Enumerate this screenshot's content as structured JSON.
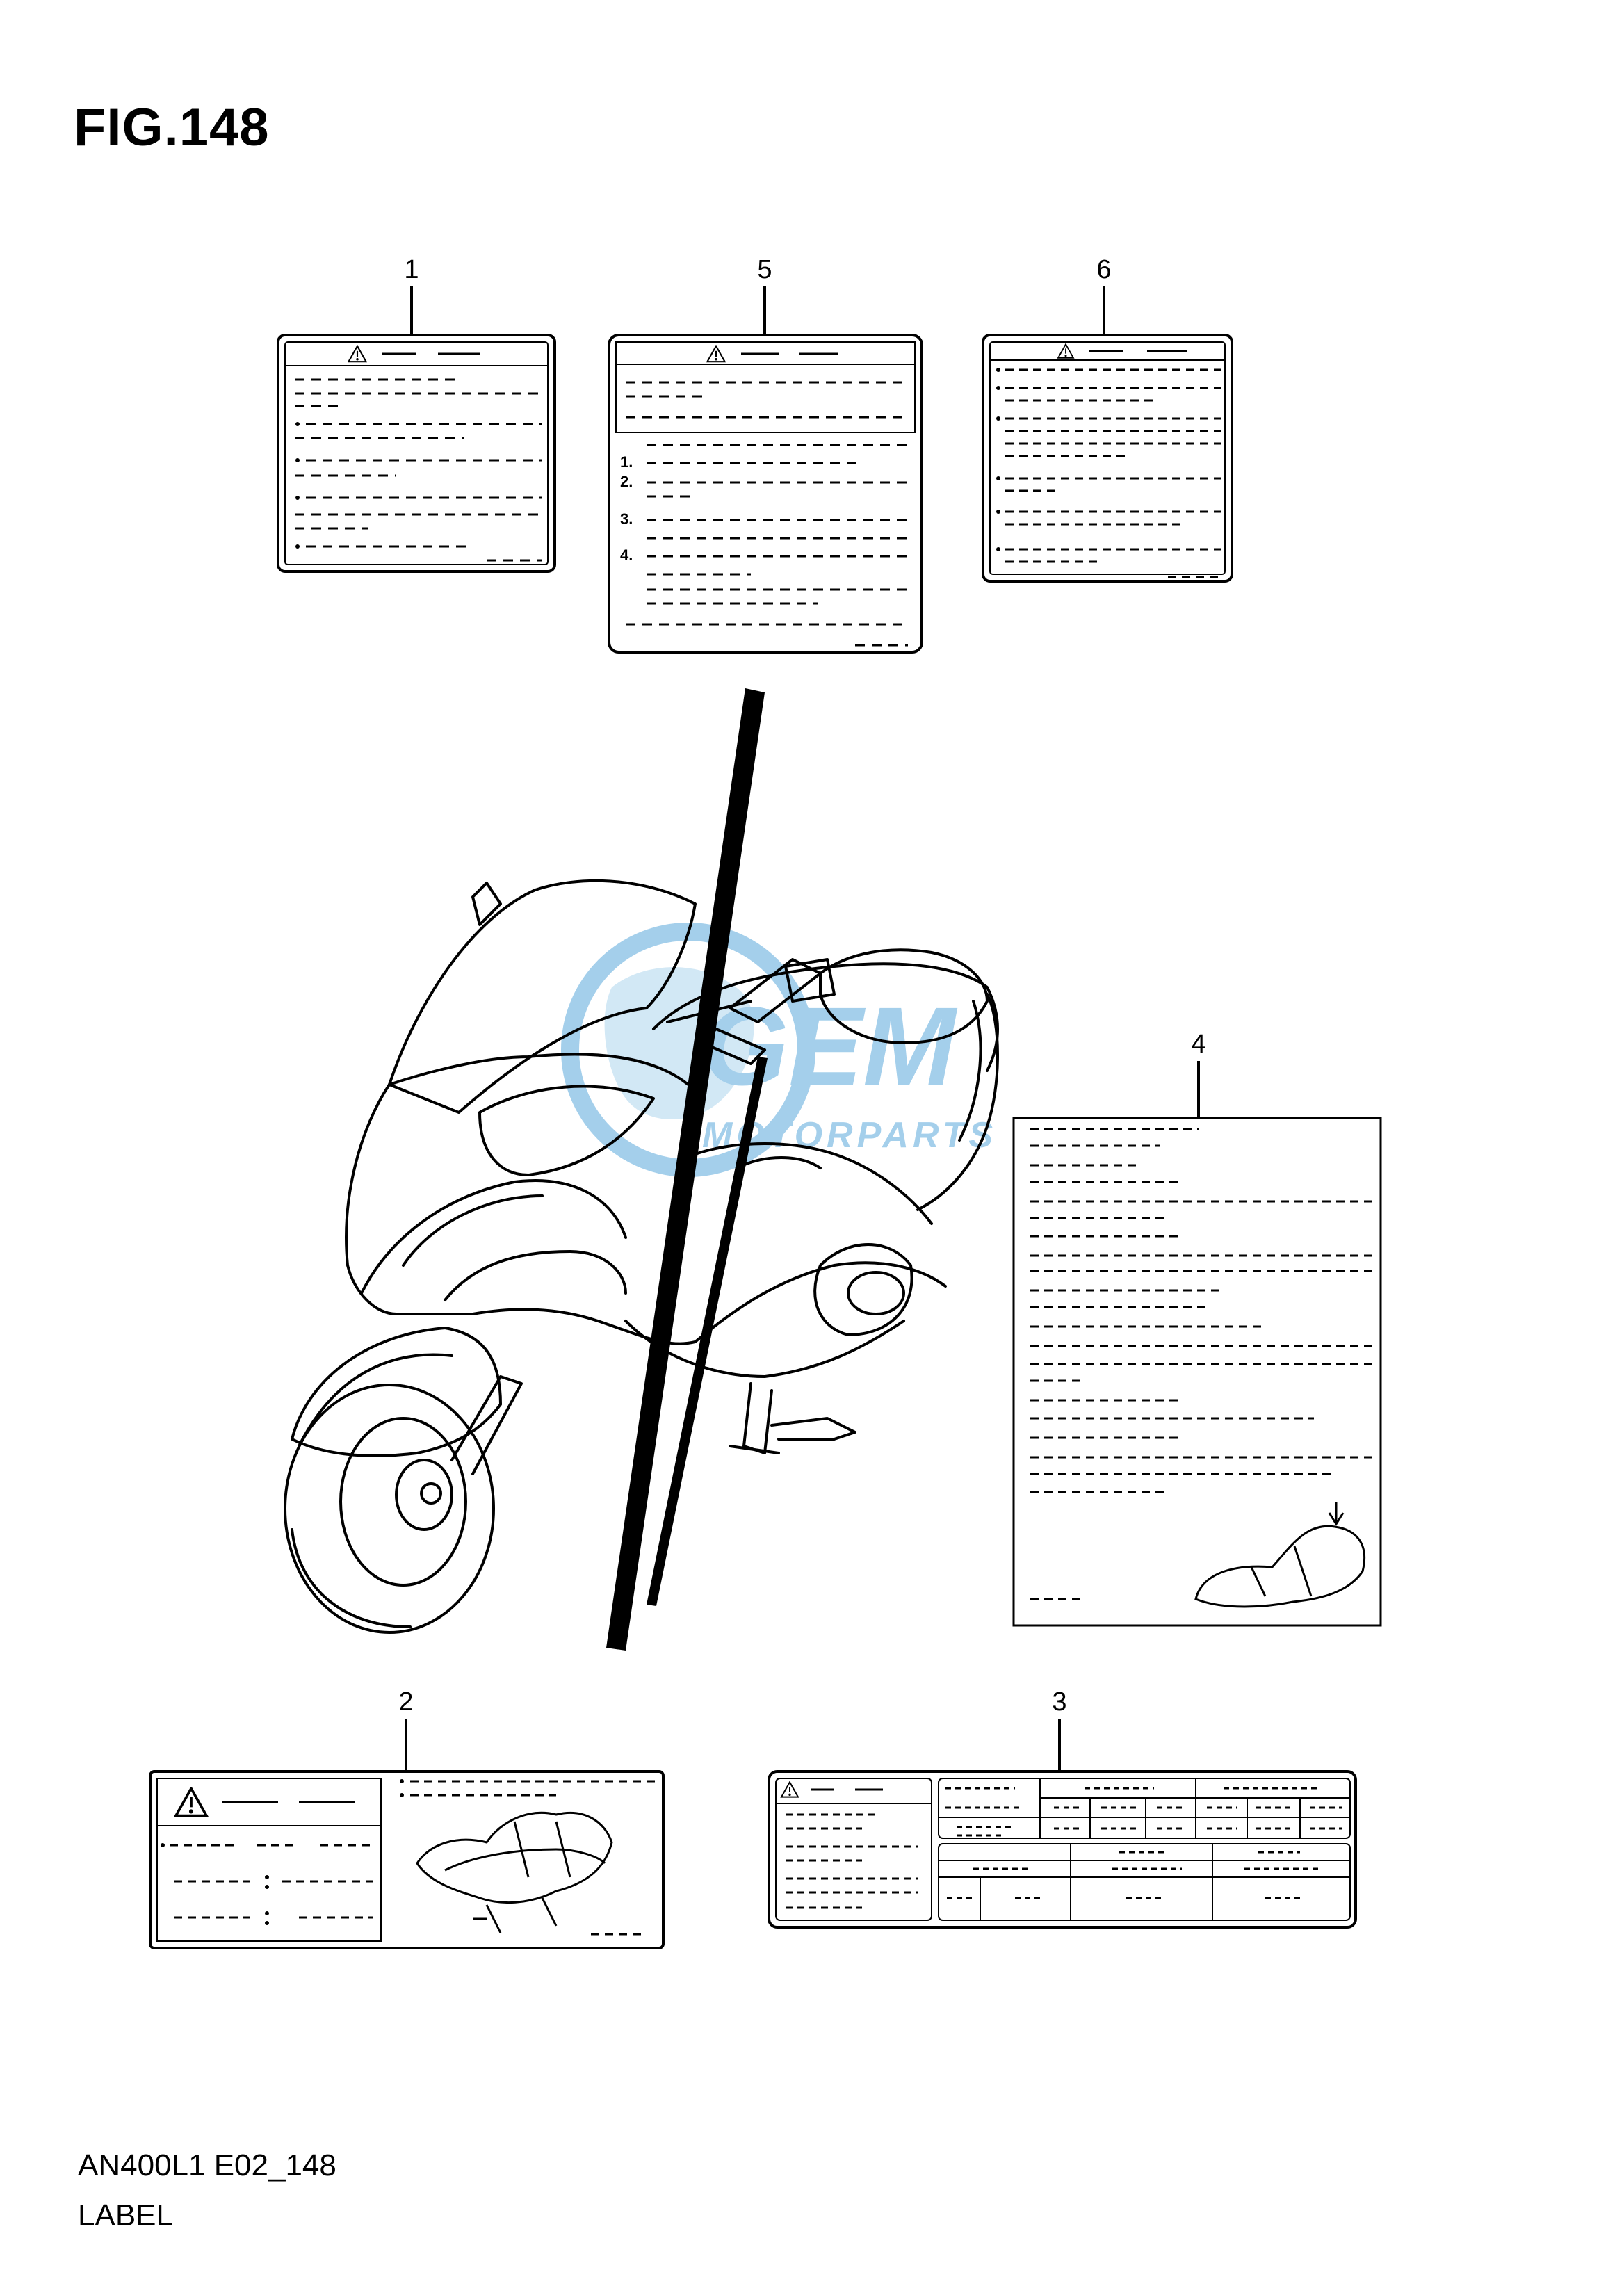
{
  "figure": {
    "title": "FIG.148",
    "model_code": "AN400L1 E02_148",
    "caption": "LABEL"
  },
  "callouts": [
    {
      "id": "1"
    },
    {
      "id": "5"
    },
    {
      "id": "6"
    },
    {
      "id": "4"
    },
    {
      "id": "2"
    },
    {
      "id": "3"
    }
  ],
  "label5_steps": [
    "1.",
    "2.",
    "3.",
    "4."
  ],
  "watermark": {
    "brand": "GEM",
    "sub": "MOTORPARTS",
    "color": "#5aa9dc"
  },
  "colors": {
    "line": "#000000",
    "background": "#ffffff"
  }
}
